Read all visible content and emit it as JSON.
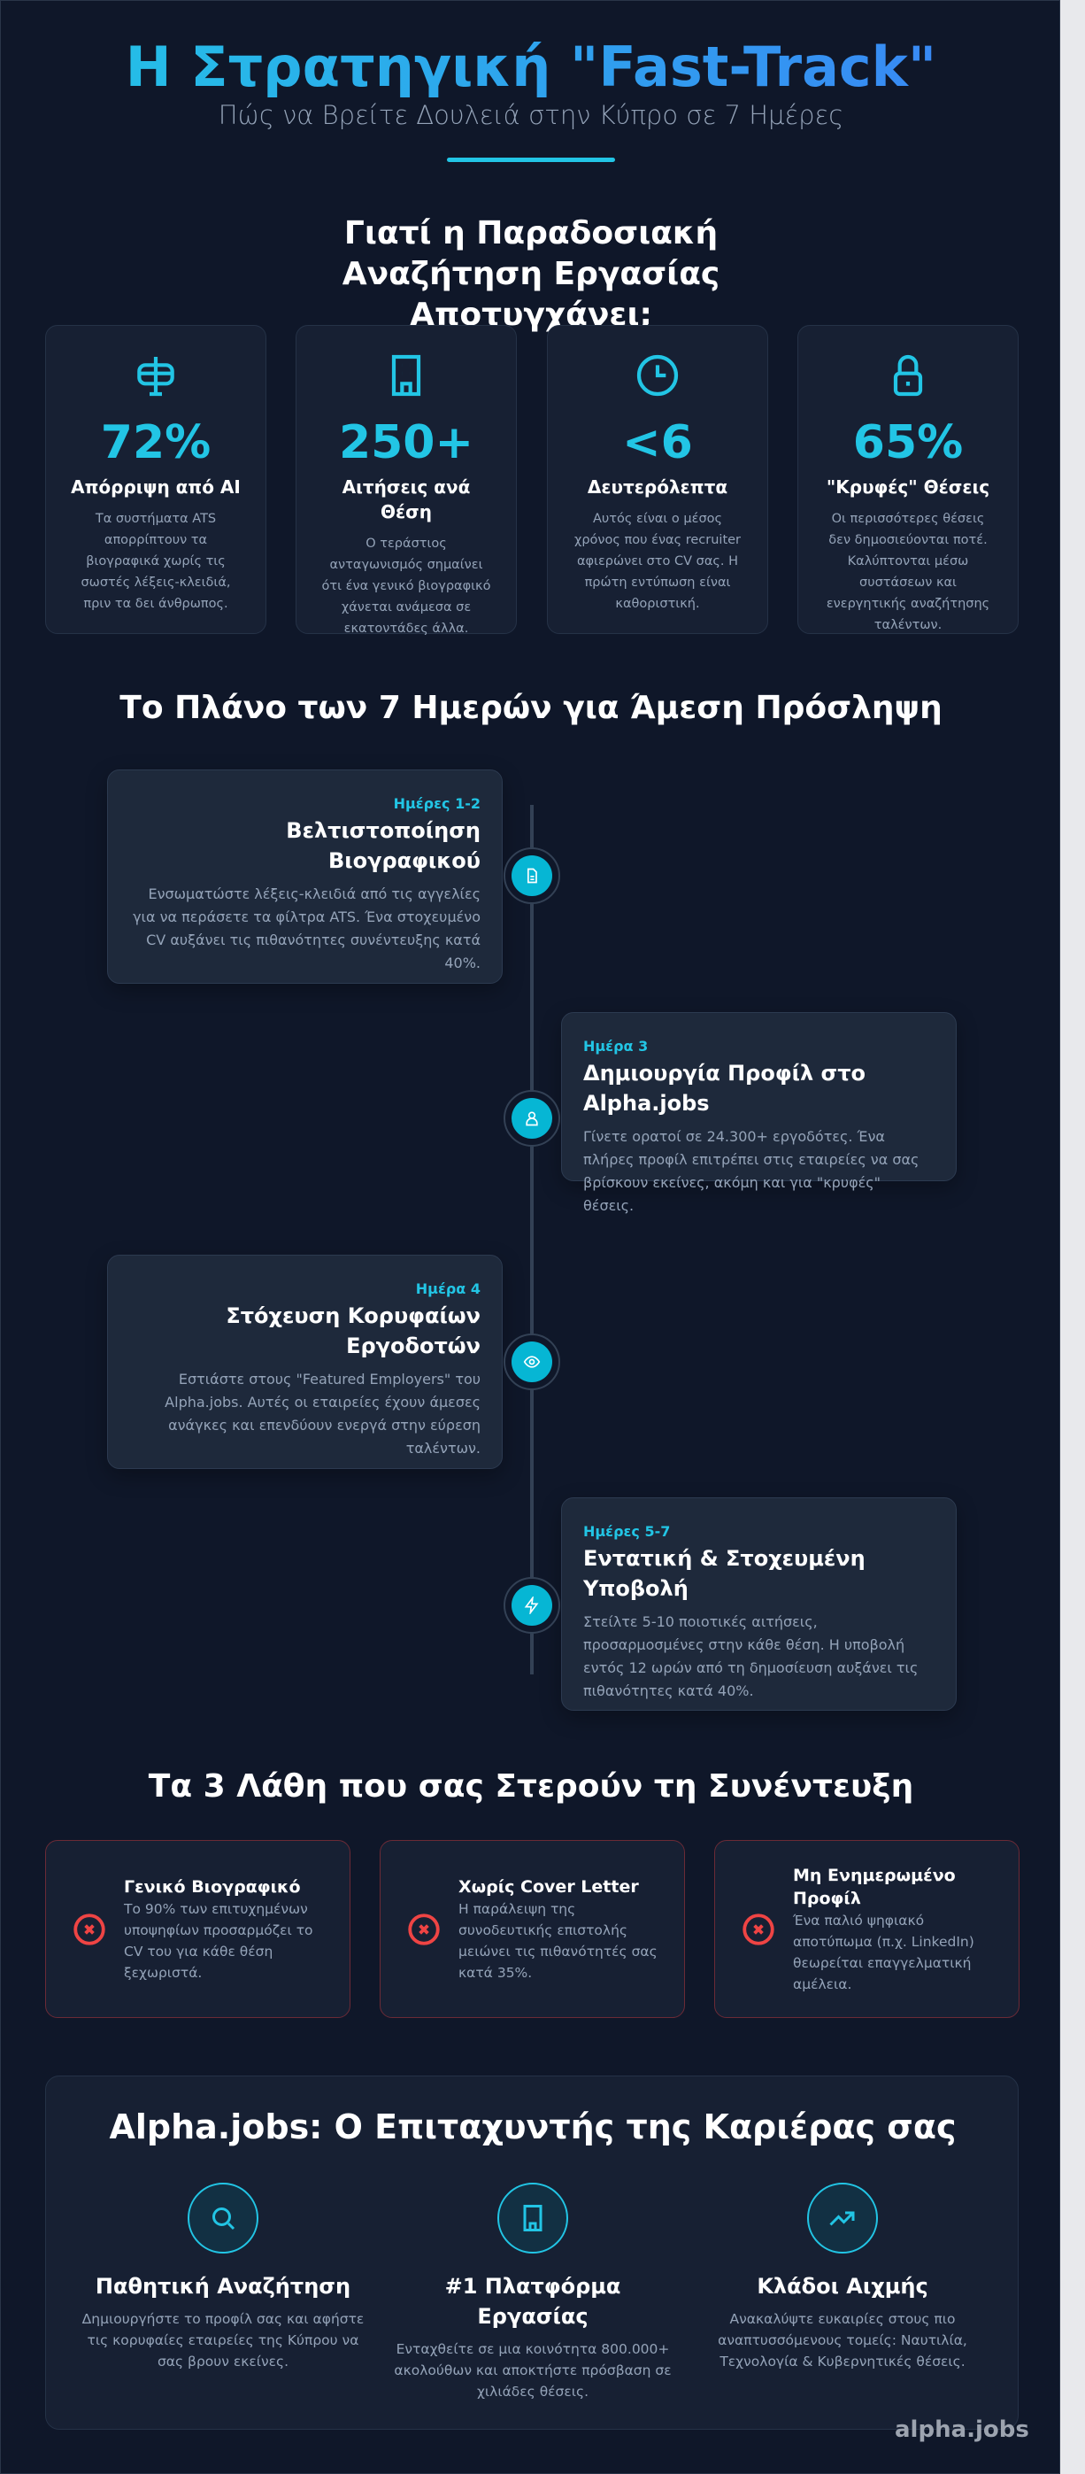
{
  "header": {
    "title": "Η Στρατηγική \"Fast-Track\"",
    "subtitle": "Πώς να Βρείτε Δουλειά στην Κύπρο σε 7 Ημέρες"
  },
  "why": {
    "heading": "Γιατί η Παραδοσιακή Αναζήτηση Εργασίας Αποτυγχάνει;",
    "stats": [
      {
        "icon": "robot-icon",
        "value": "72%",
        "label": "Απόρριψη από AI",
        "desc": "Τα συστήματα ATS απορρίπτουν τα βιογραφικά χωρίς τις σωστές λέξεις-κλειδιά, πριν τα δει άνθρωπος."
      },
      {
        "icon": "building-icon",
        "value": "250+",
        "label": "Αιτήσεις ανά Θέση",
        "desc": "Ο τεράστιος ανταγωνισμός σημαίνει ότι ένα γενικό βιογραφικό χάνεται ανάμεσα σε εκατοντάδες άλλα."
      },
      {
        "icon": "clock-icon",
        "value": "<6",
        "label": "Δευτερόλεπτα",
        "desc": "Αυτός είναι ο μέσος χρόνος που ένας recruiter αφιερώνει στο CV σας. Η πρώτη εντύπωση είναι καθοριστική."
      },
      {
        "icon": "lock-icon",
        "value": "65%",
        "label": "\"Κρυφές\" Θέσεις",
        "desc": "Οι περισσότερες θέσεις δεν δημοσιεύονται ποτέ. Καλύπτονται μέσω συστάσεων και ενεργητικής αναζήτησης ταλέντων."
      }
    ]
  },
  "plan": {
    "heading": "Το Πλάνο των 7 Ημερών για Άμεση Πρόσληψη",
    "steps": [
      {
        "day": "Ημέρες 1-2",
        "title": "Βελτιστοποίηση Βιογραφικού",
        "desc": "Ενσωματώστε λέξεις-κλειδιά από τις αγγελίες για να περάσετε τα φίλτρα ATS. Ένα στοχευμένο CV αυξάνει τις πιθανότητες συνέντευξης κατά 40%.",
        "icon": "document-icon"
      },
      {
        "day": "Ημέρα 3",
        "title": "Δημιουργία Προφίλ στο Alpha.jobs",
        "desc": "Γίνετε ορατοί σε 24.300+ εργοδότες. Ένα πλήρες προφίλ επιτρέπει στις εταιρείες να σας βρίσκουν εκείνες, ακόμη και για \"κρυφές\" θέσεις.",
        "icon": "user-icon"
      },
      {
        "day": "Ημέρα 4",
        "title": "Στόχευση Κορυφαίων Εργοδοτών",
        "desc": "Εστιάστε στους \"Featured Employers\" του Alpha.jobs. Αυτές οι εταιρείες έχουν άμεσες ανάγκες και επενδύουν ενεργά στην εύρεση ταλέντων.",
        "icon": "eye-icon"
      },
      {
        "day": "Ημέρες 5-7",
        "title": "Εντατική & Στοχευμένη Υποβολή",
        "desc": "Στείλτε 5-10 ποιοτικές αιτήσεις, προσαρμοσμένες στην κάθε θέση. Η υποβολή εντός 12 ωρών από τη δημοσίευση αυξάνει τις πιθανότητες κατά 40%.",
        "icon": "lightning-icon"
      }
    ]
  },
  "mistakes": {
    "heading": "Τα 3 Λάθη που σας Στερούν τη Συνέντευξη",
    "items": [
      {
        "title": "Γενικό Βιογραφικό",
        "desc": "Το 90% των επιτυχημένων υποψηφίων προσαρμόζει το CV του για κάθε θέση ξεχωριστά."
      },
      {
        "title": "Χωρίς Cover Letter",
        "desc": "Η παράλειψη της συνοδευτικής επιστολής μειώνει τις πιθανότητές σας κατά 35%."
      },
      {
        "title": "Μη Ενημερωμένο Προφίλ",
        "desc": "Ένα παλιό ψηφιακό αποτύπωμα (π.χ. LinkedIn) θεωρείται επαγγελματική αμέλεια."
      }
    ]
  },
  "alpha": {
    "heading": "Alpha.jobs: Ο Επιταχυντής της Καριέρας σας",
    "features": [
      {
        "icon": "search-icon",
        "title": "Παθητική Αναζήτηση",
        "desc": "Δημιουργήστε το προφίλ σας και αφήστε τις κορυφαίες εταιρείες της Κύπρου να σας βρουν εκείνες."
      },
      {
        "icon": "building-icon",
        "title": "#1 Πλατφόρμα Εργασίας",
        "desc": "Ενταχθείτε σε μια κοινότητα 800.000+ ακολούθων και αποκτήστε πρόσβαση σε χιλιάδες θέσεις."
      },
      {
        "icon": "trending-up-icon",
        "title": "Κλάδοι Αιχμής",
        "desc": "Ανακαλύψτε ευκαιρίες στους πιο αναπτυσσόμενους τομείς: Ναυτιλία, Τεχνολογία & Κυβερνητικές θέσεις."
      }
    ]
  },
  "watermark": "alpha.jobs",
  "colors": {
    "accent": "#22c5e5",
    "background": "#0f1729",
    "card": "#1e293b",
    "error": "#ef4444"
  }
}
